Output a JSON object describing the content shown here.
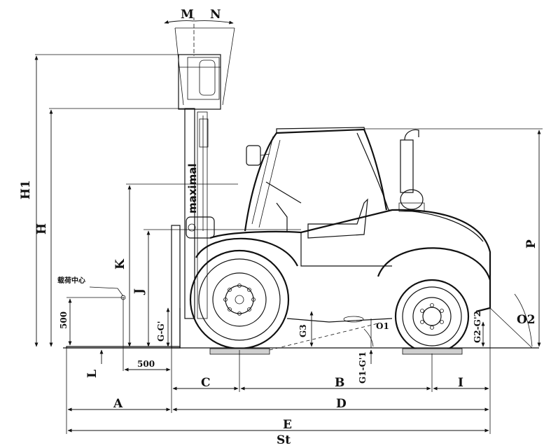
{
  "diagram": {
    "brand_logo": "maximal",
    "load_center_label": "载荷中心",
    "labels": {
      "M": "M",
      "N": "N",
      "H1": "H1",
      "H": "H",
      "K": "K",
      "J": "J",
      "P": "P",
      "O2": "O2",
      "O1": "O1",
      "G3": "G3",
      "GG": "G-G'",
      "G1G1": "G1-G'1",
      "G2G2": "G2-G'2",
      "L": "L",
      "dim500_v": "500",
      "dim500_h": "500",
      "A": "A",
      "C": "C",
      "B": "B",
      "I": "I",
      "D": "D",
      "E": "E",
      "St": "St"
    }
  }
}
